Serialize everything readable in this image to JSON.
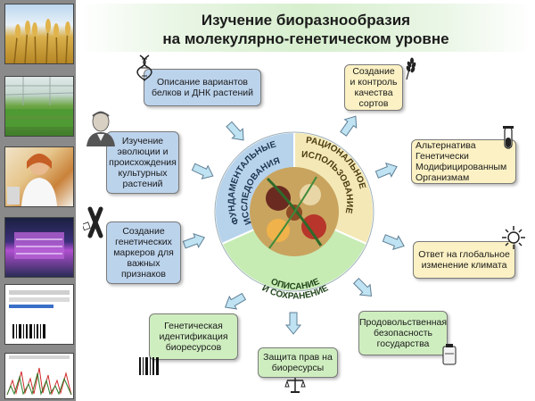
{
  "title": {
    "line1": "Изучение биоразнообразия",
    "line2": "на молекулярно-генетическом уровне"
  },
  "center": {
    "segments": [
      {
        "label_line1": "ФУНДАМЕНТАЛЬНЫЕ",
        "label_line2": "ИССЛЕДОВАНИЯ",
        "color": "#b7d3ec"
      },
      {
        "label_line1": "РАЦИОНАЛЬНОЕ",
        "label_line2": "ИСПОЛЬЗОВАНИЕ",
        "color": "#f4e9b6"
      },
      {
        "label_line1": "ОПИСАНИЕ",
        "label_line2": "И СОХРАНЕНИЕ",
        "color": "#c6ecb4"
      }
    ]
  },
  "boxes": {
    "protein_dna": [
      "Описание вариантов",
      "белков и ДНК растений"
    ],
    "evolution": [
      "Изучение",
      "эволюции и",
      "происхождения",
      "культурных",
      "растений"
    ],
    "markers": [
      "Создание",
      "генетических",
      "маркеров для",
      "важных",
      "признаков"
    ],
    "genetic_id": [
      "Генетическая",
      "идентификация",
      "биоресурсов"
    ],
    "rights": [
      "Защита прав на",
      "биоресурсы"
    ],
    "food_security": [
      "Продовольственная",
      "безопасность",
      "государства"
    ],
    "climate": [
      "Ответ на глобальное",
      "изменение климата"
    ],
    "gmo": [
      "Альтернатива",
      "Генетически",
      "Модифицированным",
      "Организмам"
    ],
    "quality": [
      "Создание",
      "и контроль",
      "качества",
      "сортов"
    ]
  },
  "colors": {
    "arrow_fill": "#bfe3f2",
    "arrow_stroke": "#5f7f95",
    "blue_box": "#bcd3ec",
    "green_box": "#cfeec0",
    "yellow_box": "#fbf1c4"
  },
  "icons": [
    "dna-icon",
    "portrait-icon",
    "chromosome-icon",
    "barcode-icon",
    "scales-icon",
    "bottle-icon",
    "sun-icon",
    "test-tube-icon",
    "wheat-icon"
  ]
}
